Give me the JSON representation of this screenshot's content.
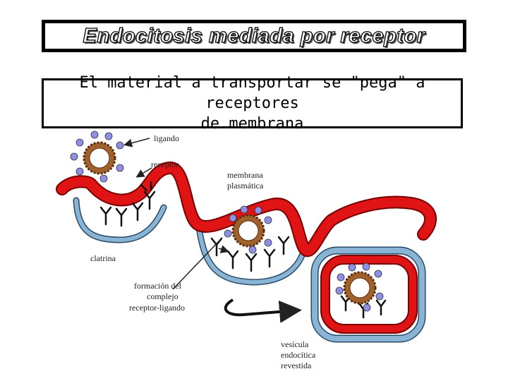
{
  "title": "Endocitosis mediada por receptor",
  "subtitle": "El material a transportar se \"pega\" a receptores\nde membrana",
  "labels": {
    "ligando": "ligando",
    "receptor": "receptor",
    "membrana_1": "membrana",
    "membrana_2": "plasmática",
    "clatrina": "clatrina",
    "formacion_1": "formación del",
    "formacion_2": "complejo",
    "formacion_3": "receptor-ligando",
    "vesicula_1": "vesícula",
    "vesicula_2": "endocítica",
    "vesicula_3": "revestida"
  },
  "colors": {
    "membrane": "#e01414",
    "clathrin": "#8ab4d4",
    "particle_core": "#a0622a",
    "ligand": "#8f8fe6"
  }
}
